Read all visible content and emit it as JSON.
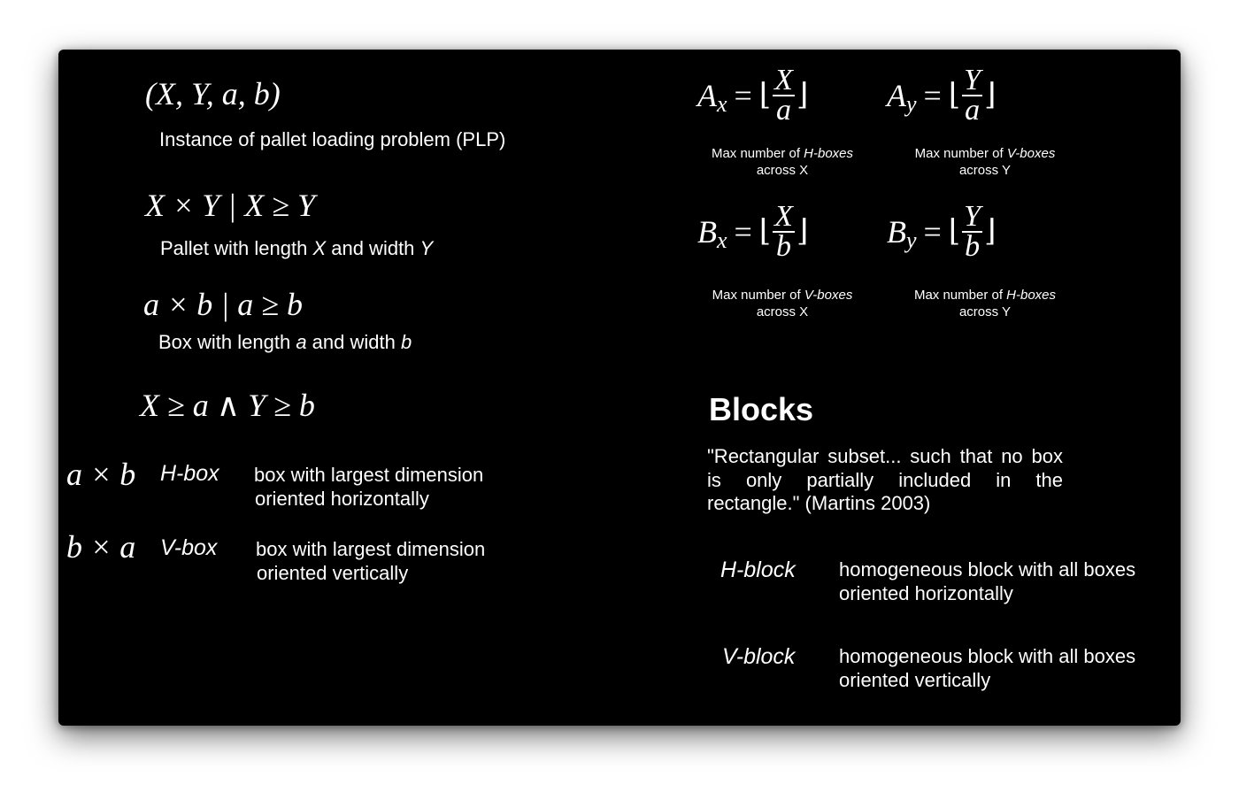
{
  "left": {
    "instance": {
      "formula": "(X, Y, a, b)",
      "caption": "Instance of pallet loading problem (PLP)"
    },
    "pallet": {
      "formula": "X × Y | X ≥ Y",
      "caption_pre": "Pallet with length ",
      "caption_v1": "X",
      "caption_mid": " and width ",
      "caption_v2": "Y"
    },
    "box": {
      "formula": "a × b | a ≥ b",
      "caption_pre": "Box with length ",
      "caption_v1": "a",
      "caption_mid": " and width ",
      "caption_v2": "b"
    },
    "constraint": {
      "formula": "X ≥ a ∧ Y ≥ b"
    },
    "hbox": {
      "formula": "a × b",
      "label": "H-box",
      "desc_line1": "box with largest dimension",
      "desc_line2": "oriented horizontally"
    },
    "vbox": {
      "formula": "b × a",
      "label": "V-box",
      "desc_line1": "box with largest dimension",
      "desc_line2": "oriented vertically"
    }
  },
  "right": {
    "ax": {
      "var": "A",
      "sub": "x",
      "num": "X",
      "den": "a",
      "cap_pre": "Max number of ",
      "cap_it": "H-boxes",
      "cap_line2": "across X"
    },
    "ay": {
      "var": "A",
      "sub": "y",
      "num": "Y",
      "den": "a",
      "cap_pre": "Max number of ",
      "cap_it": "V-boxes",
      "cap_line2": "across Y"
    },
    "bx": {
      "var": "B",
      "sub": "x",
      "num": "X",
      "den": "b",
      "cap_pre": "Max number of ",
      "cap_it": "V-boxes",
      "cap_line2": "across X"
    },
    "by": {
      "var": "B",
      "sub": "y",
      "num": "Y",
      "den": "b",
      "cap_pre": "Max number of ",
      "cap_it": "H-boxes",
      "cap_line2": "across Y"
    },
    "symbols": {
      "equals": "=",
      "floor_open": "⌊",
      "floor_close": "⌋"
    },
    "blocks": {
      "heading": "Blocks",
      "quote": "\"Rectangular subset... such that no box is only partially included in the rectangle.\" (Martins 2003)",
      "hblock": {
        "label": "H-block",
        "desc_line1": "homogeneous block with all boxes",
        "desc_line2": "oriented horizontally"
      },
      "vblock": {
        "label": "V-block",
        "desc_line1": "homogeneous block with all boxes",
        "desc_line2": "oriented vertically"
      }
    }
  }
}
